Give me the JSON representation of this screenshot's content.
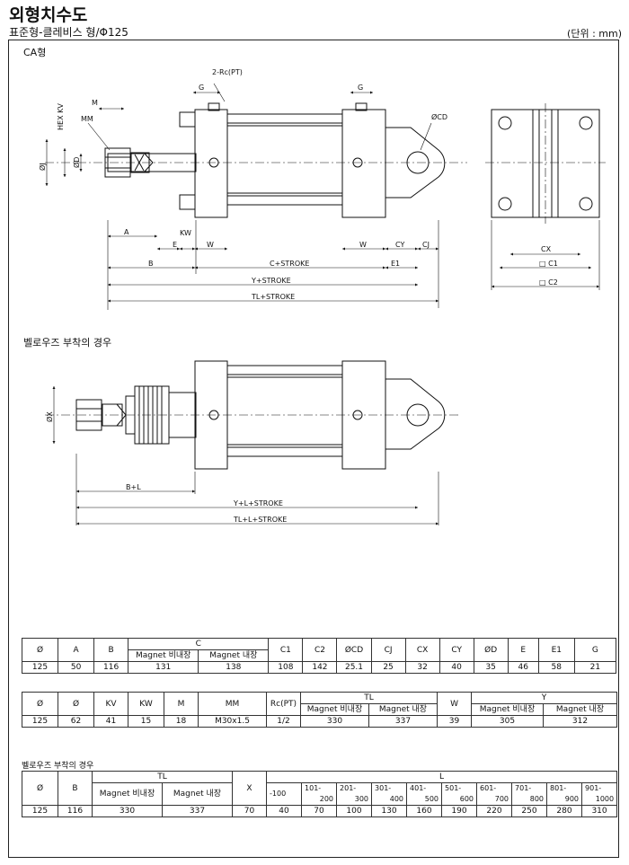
{
  "header": {
    "title": "외형치수도",
    "subtitle": "표준형-클레비스 형/Φ125",
    "unit": "(단위 : mm)"
  },
  "drawing": {
    "section1_title": "CA형",
    "section2_title": "벨로우즈 부착의 경우",
    "labels": {
      "rc": "2-Rc(PT)",
      "g": "G",
      "m": "M",
      "mm": "MM",
      "hex": "HEX KV",
      "cd": "ØCD",
      "j": "ØJ",
      "d": "ØD",
      "a": "A",
      "e": "E",
      "kw": "KW",
      "w": "W",
      "cy": "CY",
      "cj": "CJ",
      "cx": "CX",
      "b": "B",
      "c_stroke": "C+STROKE",
      "e1": "E1",
      "y_stroke": "Y+STROKE",
      "tl_stroke": "TL+STROKE",
      "c1": "□ C1",
      "c2": "□ C2",
      "x": "ØX",
      "bl": "B+L",
      "yl_stroke": "Y+L+STROKE",
      "tll_stroke": "TL+L+STROKE"
    }
  },
  "table1": {
    "headers": {
      "phi": "Ø",
      "a": "A",
      "b": "B",
      "c": "C",
      "c_non": "Magnet 비내장",
      "c_in": "Magnet 내장",
      "c1": "C1",
      "c2": "C2",
      "cd": "ØCD",
      "cj": "CJ",
      "cx": "CX",
      "cy": "CY",
      "d": "ØD",
      "e": "E",
      "e1": "E1",
      "g": "G"
    },
    "row": {
      "phi": "125",
      "a": "50",
      "b": "116",
      "c_non": "131",
      "c_in": "138",
      "c1": "108",
      "c2": "142",
      "cd": "25.1",
      "cj": "25",
      "cx": "32",
      "cy": "40",
      "d": "35",
      "e": "46",
      "e1": "58",
      "g": "21"
    }
  },
  "table2": {
    "headers": {
      "phi": "Ø",
      "phi2": "Ø",
      "kv": "KV",
      "kw": "KW",
      "m": "M",
      "mm": "MM",
      "rc": "Rc(PT)",
      "tl": "TL",
      "tl_non": "Magnet 비내장",
      "tl_in": "Magnet 내장",
      "w": "W",
      "y": "Y",
      "y_non": "Magnet 비내장",
      "y_in": "Magnet 내장"
    },
    "row": {
      "phi": "125",
      "phi2": "62",
      "kv": "41",
      "kw": "15",
      "m": "18",
      "mm": "M30x1.5",
      "rc": "1/2",
      "tl_non": "330",
      "tl_in": "337",
      "w": "39",
      "y_non": "305",
      "y_in": "312"
    }
  },
  "table3": {
    "caption": "벨로우즈 부착의 경우",
    "headers": {
      "phi": "Ø",
      "b": "B",
      "tl": "TL",
      "tl_non": "Magnet 비내장",
      "tl_in": "Magnet 내장",
      "x": "X",
      "l": "L"
    },
    "l_ranges": [
      {
        "a": "-100",
        "b": ""
      },
      {
        "a": "101-",
        "b": "200"
      },
      {
        "a": "201-",
        "b": "300"
      },
      {
        "a": "301-",
        "b": "400"
      },
      {
        "a": "401-",
        "b": "500"
      },
      {
        "a": "501-",
        "b": "600"
      },
      {
        "a": "601-",
        "b": "700"
      },
      {
        "a": "701-",
        "b": "800"
      },
      {
        "a": "801-",
        "b": "900"
      },
      {
        "a": "901-",
        "b": "1000"
      }
    ],
    "row": {
      "phi": "125",
      "b": "116",
      "tl_non": "330",
      "tl_in": "337",
      "x": "70",
      "l": [
        "40",
        "70",
        "100",
        "130",
        "160",
        "190",
        "220",
        "250",
        "280",
        "310"
      ]
    }
  }
}
